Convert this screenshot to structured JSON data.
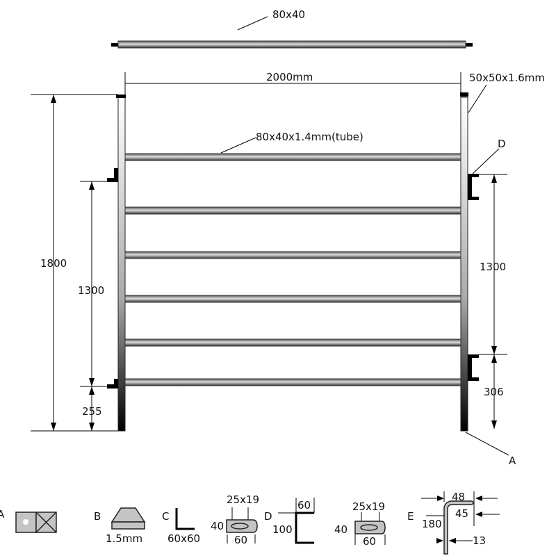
{
  "top_rail": {
    "label": "80x40"
  },
  "panel": {
    "width_label": "2000mm",
    "post_label": "50x50x1.6mm",
    "rail_label": "80x40x1.4mm(tube)",
    "height_label": "1800",
    "left_bracket_spacing": "1300",
    "left_bottom_offset": "255",
    "right_bracket_spacing": "1300",
    "right_bottom_offset": "306",
    "callout_d": "D",
    "callout_a": "A"
  },
  "details": {
    "a": {
      "label": "A"
    },
    "b": {
      "label": "B",
      "size": "1.5mm"
    },
    "c": {
      "label": "C",
      "size": "60x60"
    },
    "tab1": {
      "hole": "25x19",
      "height": "40",
      "width": "60"
    },
    "d": {
      "label": "D",
      "width": "60",
      "height": "100"
    },
    "tab2": {
      "hole": "25x19",
      "height": "40",
      "width": "60"
    },
    "e": {
      "label": "E",
      "top": "48",
      "offset": "45",
      "height": "180",
      "dia": "13"
    }
  }
}
